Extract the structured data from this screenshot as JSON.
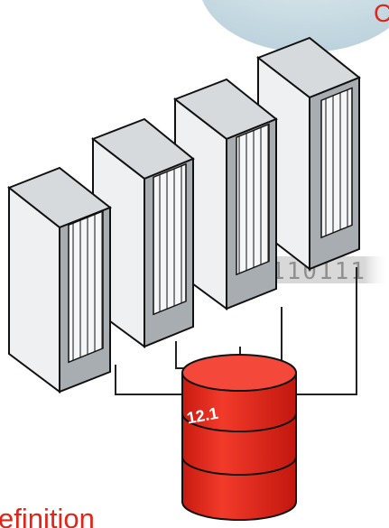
{
  "corner_label": "C",
  "binary_strip": "110111",
  "database": {
    "version": "12.1"
  },
  "caption": "efinition",
  "colors": {
    "accent": "#e0261a",
    "db_red": "#ee2a1c",
    "rack_front": "#eef0f2",
    "rack_side": "#a9aeb3",
    "rack_top": "#d4d8dc",
    "bubble": "#c9dbe3",
    "cable": "#222222"
  }
}
